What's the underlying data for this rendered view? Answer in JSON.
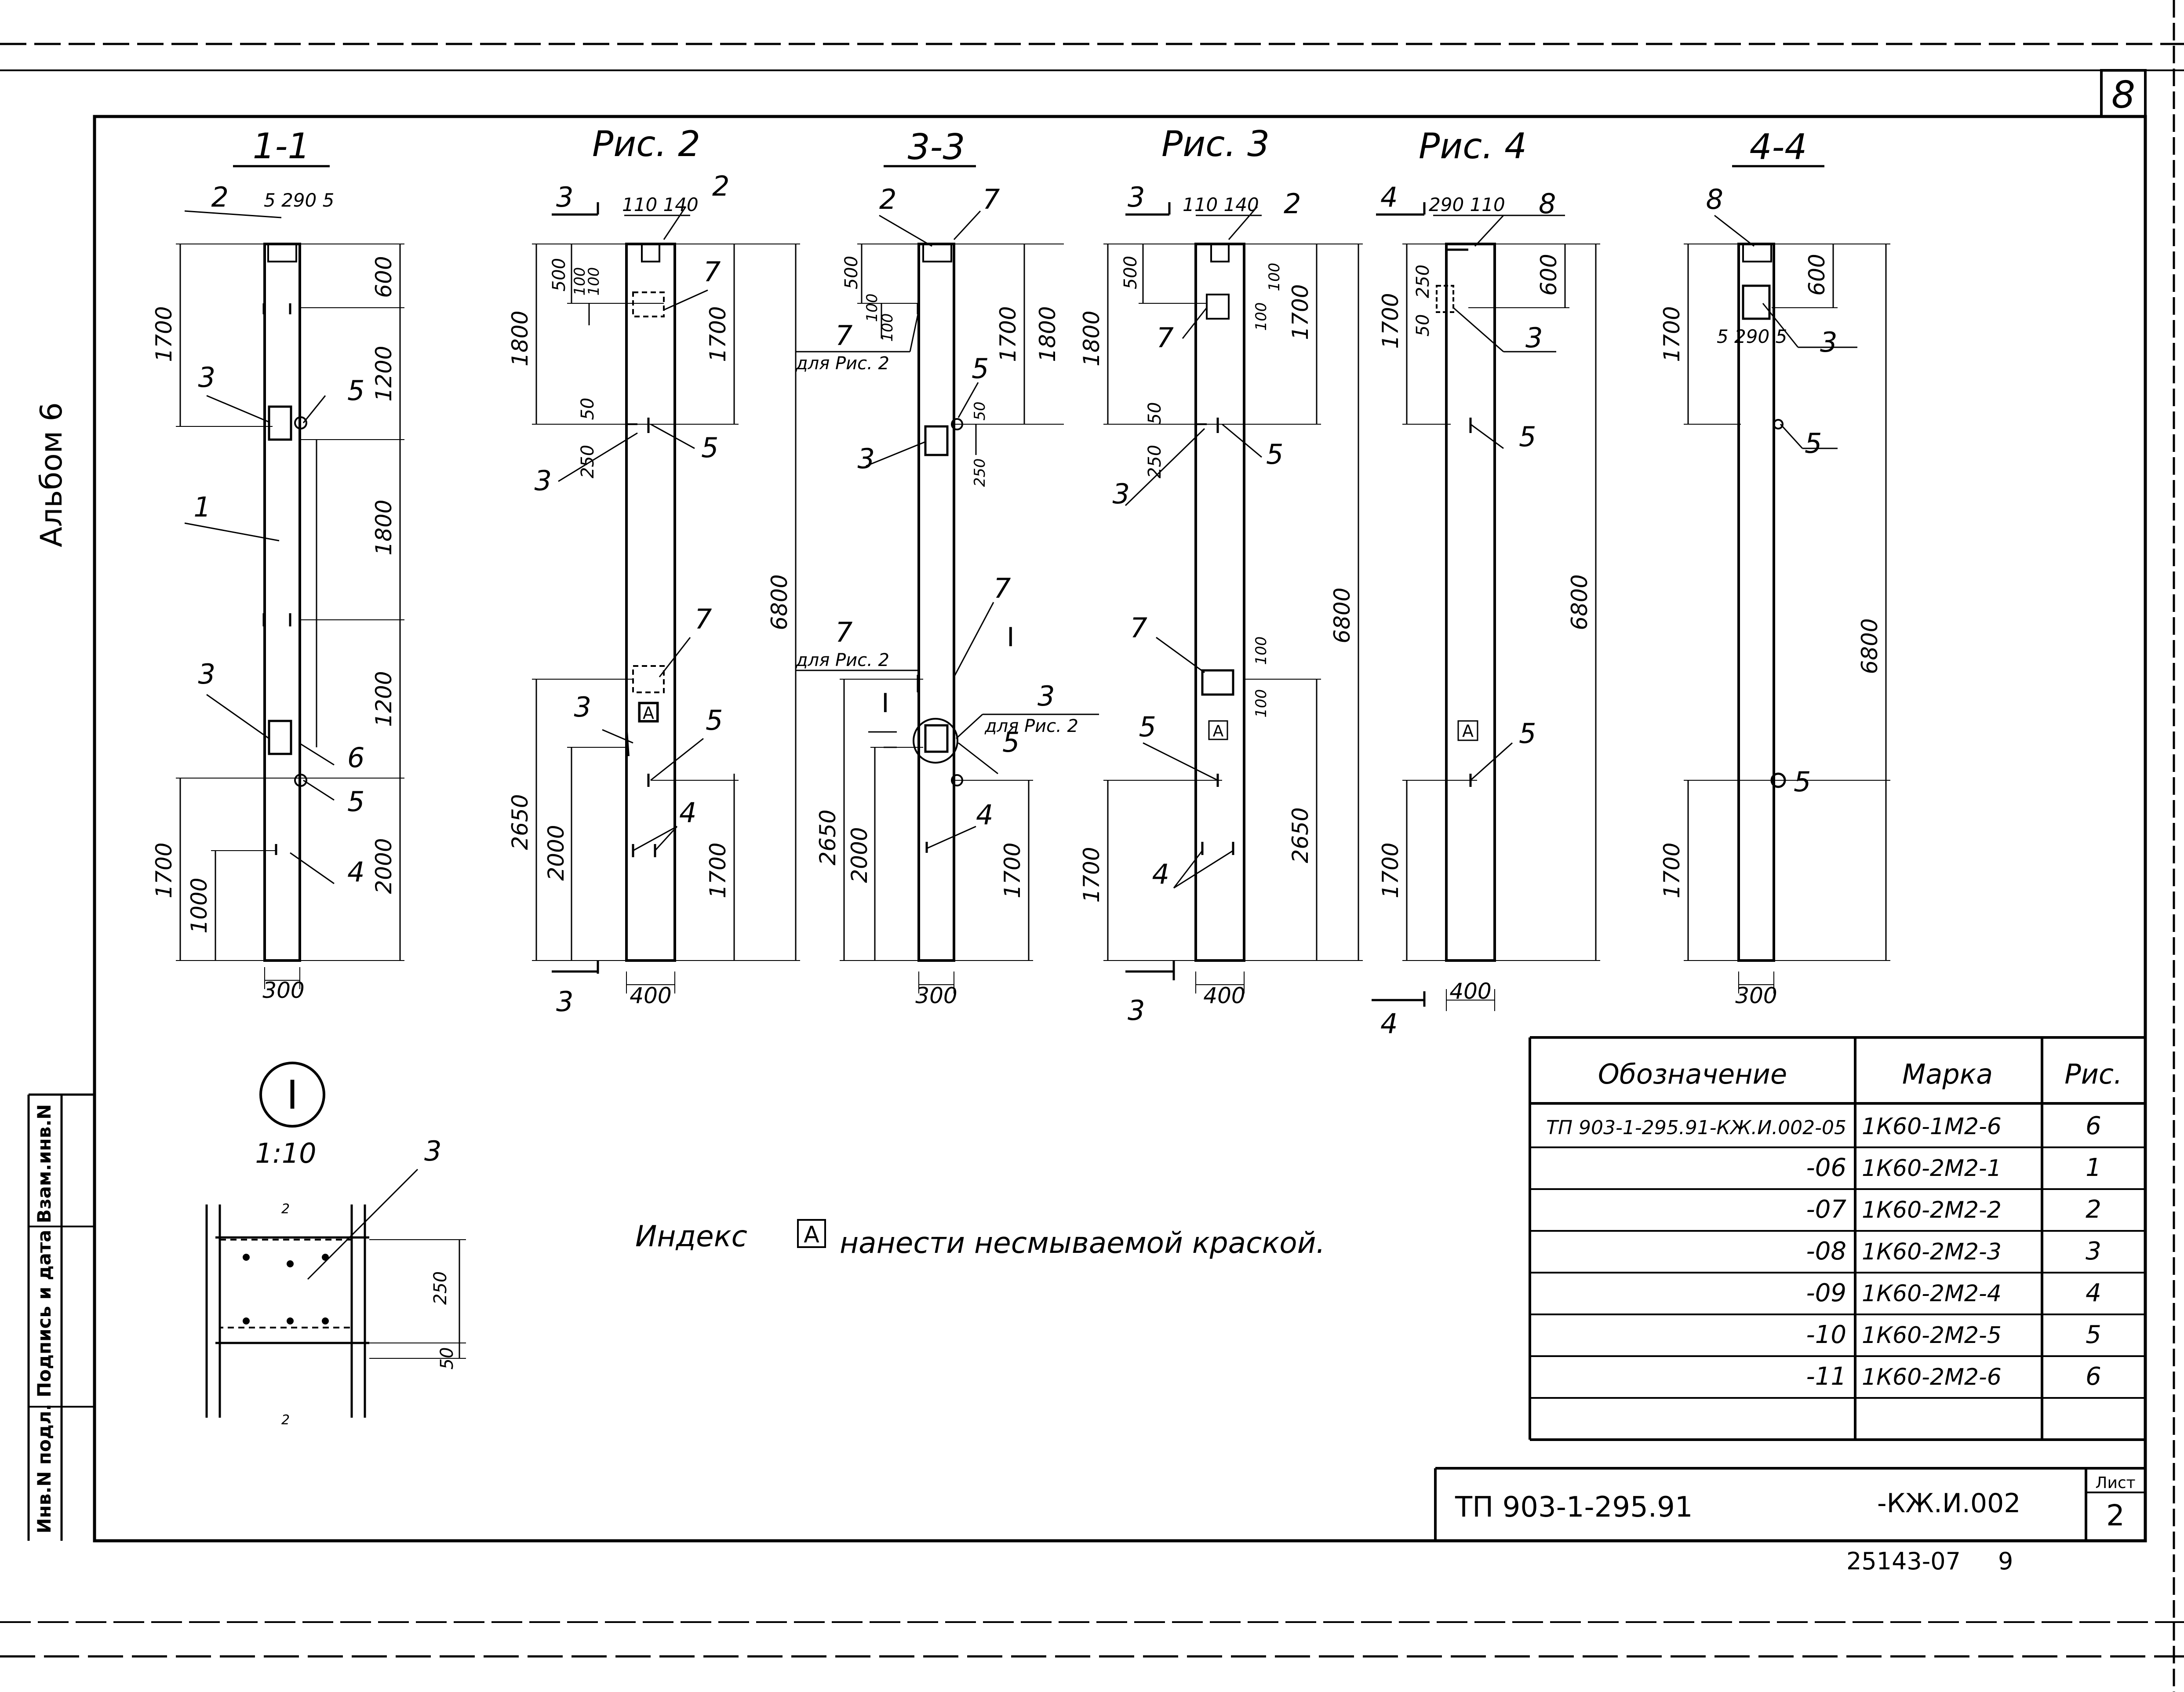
{
  "sheet": {
    "corner_number": "8",
    "album": "Альбом 6",
    "stamp_side": "Инв.N подл. Подпись и дата Взам.инв.N",
    "code": "ТП 903-1-295.91",
    "doc": "-КЖ.И.002",
    "list_label": "Лист",
    "list_number": "2",
    "bottom_code": "25143-07",
    "bottom_num": "9"
  },
  "views": {
    "v1": {
      "title": "1-1",
      "top": "5 290 5",
      "width": "300",
      "dims_left": [
        "1700",
        "1700",
        "1000"
      ],
      "dims_right": [
        "600",
        "1200",
        "1800",
        "1200",
        "2000"
      ]
    },
    "v2": {
      "title": "Рис. 2",
      "section": "3",
      "top": "110 140",
      "width": "400",
      "dims_left": [
        "1800",
        "500",
        "100",
        "100",
        "50",
        "250",
        "2650",
        "2000"
      ],
      "dims_right": [
        "1700",
        "6800",
        "1700"
      ]
    },
    "v3": {
      "title": "3-3",
      "width": "300",
      "dims_left": [
        "500",
        "100",
        "100",
        "2650",
        "2000"
      ],
      "dims_right": [
        "1700",
        "1800",
        "50",
        "250",
        "1700"
      ],
      "note1": "для Рис. 2",
      "note2": "для Рис. 2",
      "note3": "для Рис. 2",
      "detail": "I"
    },
    "v4": {
      "title": "Рис. 3",
      "section": "3",
      "top": "110 140",
      "width": "400",
      "dims_left": [
        "500",
        "1800",
        "250",
        "50",
        "1700"
      ],
      "dims_right": [
        "100",
        "100",
        "1700",
        "6800",
        "100",
        "100",
        "2650"
      ]
    },
    "v5": {
      "title": "Рис. 4",
      "section": "4",
      "top": "290 110",
      "width": "400",
      "dims_left": [
        "1700",
        "250",
        "50",
        "1700"
      ],
      "dims_right": [
        "600",
        "6800"
      ]
    },
    "v6": {
      "title": "4-4",
      "top": "5 290 5",
      "width": "300",
      "dims_left": [
        "1700",
        "1700"
      ],
      "dims_right": [
        "600",
        "6800"
      ]
    }
  },
  "marks": {
    "n1": "1",
    "n2": "2",
    "n3": "3",
    "n4": "4",
    "n5": "5",
    "n6": "6",
    "n7": "7",
    "n8": "8",
    "a": "A"
  },
  "detail": {
    "title": "I",
    "scale": "1:10",
    "dim1": "250",
    "dim2": "50",
    "label": "3",
    "edge": "2"
  },
  "note": {
    "prefix": "Индекс",
    "box": "A",
    "rest": "нанести несмываемой краской."
  },
  "table": {
    "headers": [
      "Обозначение",
      "Марка",
      "Рис."
    ],
    "rows": [
      [
        "ТП 903-1-295.91-КЖ.И.002-05",
        "1К60-1М2-6",
        "6"
      ],
      [
        "-06",
        "1К60-2М2-1",
        "1"
      ],
      [
        "-07",
        "1К60-2М2-2",
        "2"
      ],
      [
        "-08",
        "1К60-2М2-3",
        "3"
      ],
      [
        "-09",
        "1К60-2М2-4",
        "4"
      ],
      [
        "-10",
        "1К60-2М2-5",
        "5"
      ],
      [
        "-11",
        "1К60-2М2-6",
        "6"
      ]
    ]
  }
}
